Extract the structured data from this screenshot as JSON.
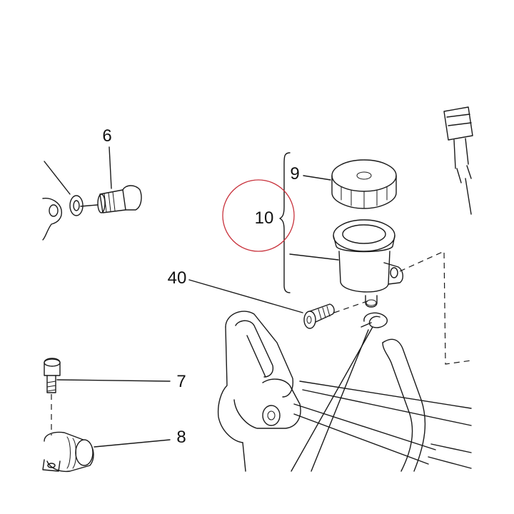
{
  "callouts": {
    "c6": "6",
    "c9": "9",
    "c10": "10",
    "c40": "40",
    "c7": "7",
    "c8": "8"
  },
  "colors": {
    "line": "#1a1a1a",
    "highlight_circle": "#c8323c",
    "background": "#ffffff"
  }
}
